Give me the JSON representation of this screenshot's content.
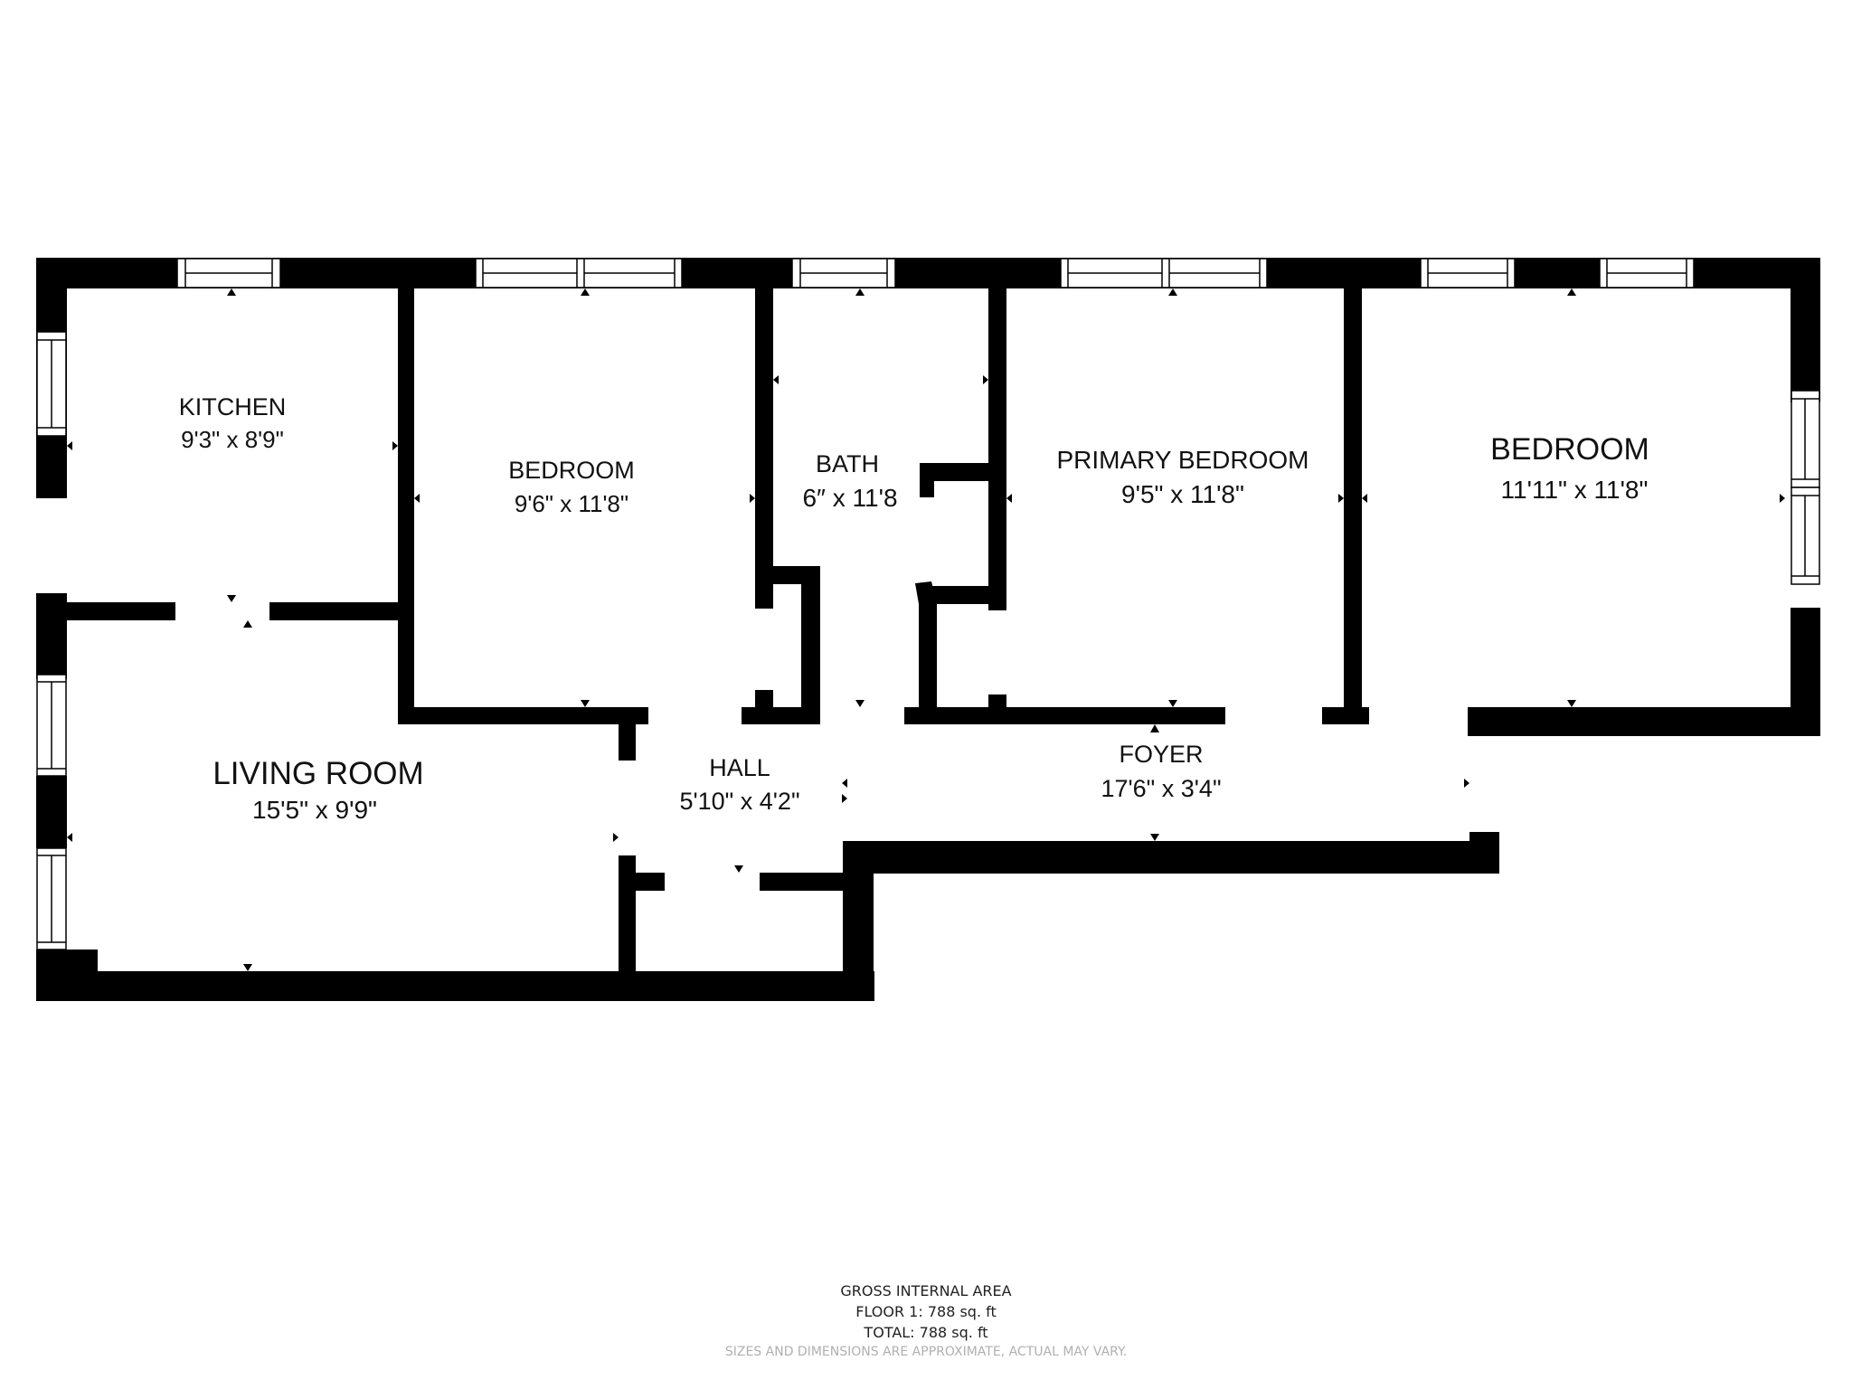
{
  "floorplan": {
    "rooms": [
      {
        "id": "kitchen",
        "name": "KITCHEN",
        "dimensions": "9'3\" x 8'9\""
      },
      {
        "id": "bedroom-1",
        "name": "BEDROOM",
        "dimensions": "9'6\" x 11'8\""
      },
      {
        "id": "bath",
        "name": "BATH",
        "dimensions": "6″ x 11'8"
      },
      {
        "id": "primary-bedroom",
        "name": "PRIMARY BEDROOM",
        "dimensions": "9'5\" x 11'8\""
      },
      {
        "id": "bedroom-2",
        "name": "BEDROOM",
        "dimensions": "11'11\" x 11'8\""
      },
      {
        "id": "living-room",
        "name": "LIVING ROOM",
        "dimensions": "15'5\" x 9'9\""
      },
      {
        "id": "hall",
        "name": "HALL",
        "dimensions": "5'10\" x 4'2\""
      },
      {
        "id": "foyer",
        "name": "FOYER",
        "dimensions": "17'6\" x 3'4\""
      }
    ],
    "colors": {
      "wall": "#000000",
      "background": "#ffffff",
      "disclaimer": "#b0b0b0"
    }
  },
  "footer": {
    "title": "GROSS INTERNAL AREA",
    "floor1": "FLOOR 1: 788 sq. ft",
    "total": "TOTAL: 788 sq. ft",
    "disclaimer": "SIZES AND DIMENSIONS ARE APPROXIMATE, ACTUAL MAY VARY."
  }
}
